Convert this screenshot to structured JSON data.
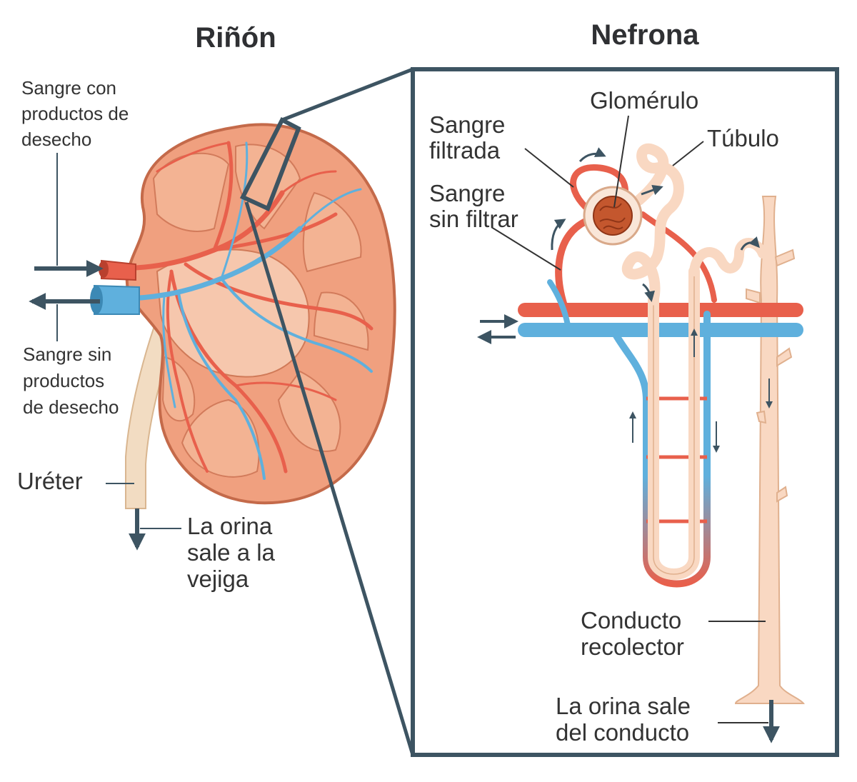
{
  "titles": {
    "kidney": "Riñón",
    "nephron": "Nefrona"
  },
  "kidney_labels": {
    "blood_with_waste": [
      "Sangre con",
      "productos de",
      "desecho"
    ],
    "blood_without_waste": [
      "Sangre sin",
      "productos",
      "de desecho"
    ],
    "ureter": "Uréter",
    "urine_to_bladder": [
      "La orina",
      "sale a la",
      "vejiga"
    ]
  },
  "nephron_labels": {
    "glomerulus": "Glomérulo",
    "filtered_blood": [
      "Sangre",
      "filtrada"
    ],
    "unfiltered_blood": [
      "Sangre",
      "sin filtrar"
    ],
    "tubule": "Túbulo",
    "collecting_duct": [
      "Conducto",
      "recolector"
    ],
    "urine_leaves_duct": [
      "La orina sale",
      "del conducto"
    ]
  },
  "colors": {
    "artery": "#e8604c",
    "vein": "#5fb0dd",
    "kidney_tissue": "#f0a07f",
    "kidney_outline": "#c46a4a",
    "tubule": "#f9d8c2",
    "ureter": "#f2dcc2",
    "frame": "#3d5462",
    "arrow": "#3d5462",
    "glomerulus": "#c4572e"
  }
}
